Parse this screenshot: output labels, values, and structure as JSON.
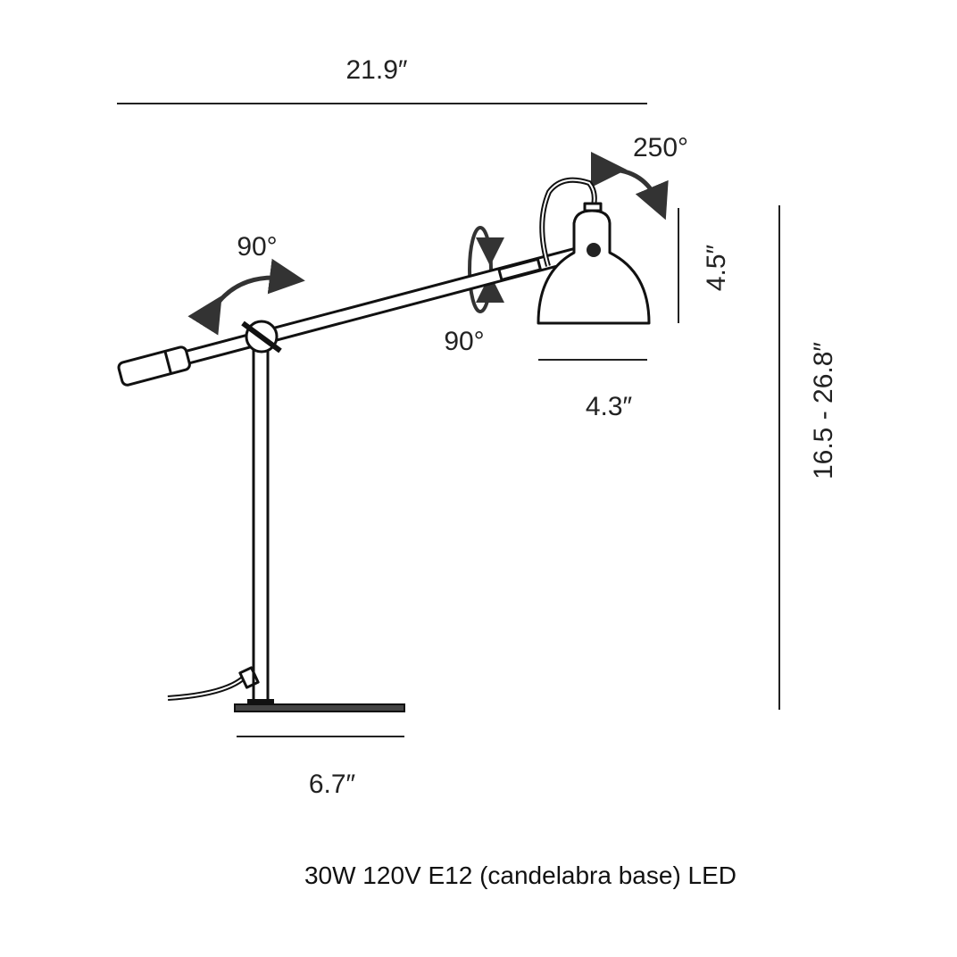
{
  "dimensions": {
    "overall_width": "21.9″",
    "shade_height": "4.5″",
    "shade_width": "4.3″",
    "height_range": "16.5 - 26.8″",
    "base_width": "6.7″"
  },
  "rotations": {
    "arm_pivot": "90°",
    "arm_rotation": "90°",
    "shade_tilt": "250°"
  },
  "caption": "30W 120V E12 (candelabra base) LED",
  "colors": {
    "line": "#111111",
    "background": "#ffffff"
  }
}
